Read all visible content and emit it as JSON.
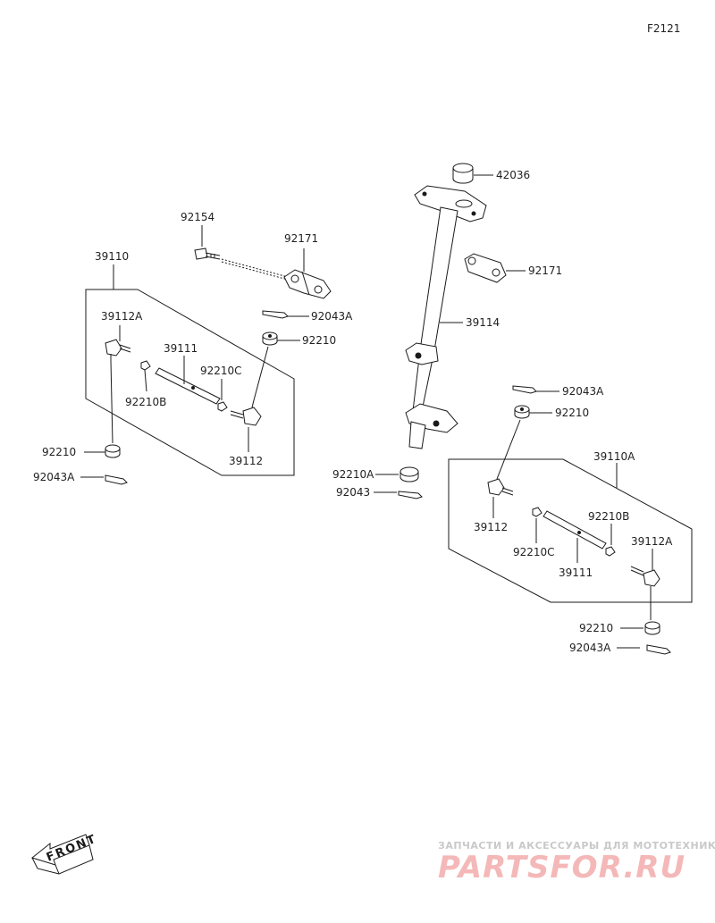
{
  "figure_code": "F2121",
  "labels": {
    "l42036": "42036",
    "l92171_right": "92171",
    "l39114": "39114",
    "l92154": "92154",
    "l92171_left": "92171",
    "l39110": "39110",
    "l92043A_left_top": "92043A",
    "l92210_left_top": "92210",
    "l39112A_left": "39112A",
    "l39111_left": "39111",
    "l92210C_left": "92210C",
    "l92210B_left": "92210B",
    "l92210_left_bottom": "92210",
    "l92043A_left_bottom": "92043A",
    "l39112_left": "39112",
    "l92210A": "92210A",
    "l92043": "92043",
    "l92043A_right_top": "92043A",
    "l92210_right_top": "92210",
    "l39110A": "39110A",
    "l39112_right": "39112",
    "l92210B_right": "92210B",
    "l92210C_right": "92210C",
    "l39112A_right": "39112A",
    "l39111_right": "39111",
    "l92210_right_bottom": "92210",
    "l92043A_right_bottom": "92043A"
  },
  "front_badge": "FRONT",
  "watermark": {
    "tagline": "ЗАПЧАСТИ И АКСЕССУАРЫ ДЛЯ МОТОТЕХНИКИ",
    "site": "PARTSFOR.RU"
  },
  "colors": {
    "ink": "#1a1a1a",
    "watermark_red": "#f4b8b8",
    "watermark_grey": "#c9c9c9"
  }
}
